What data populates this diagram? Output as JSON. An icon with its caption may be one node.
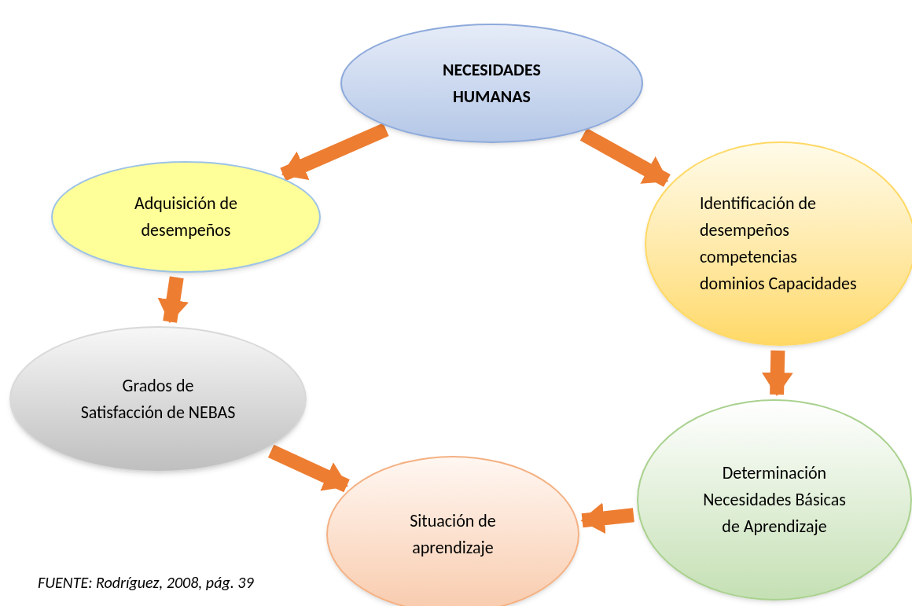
{
  "diagram": {
    "caption": "FUENTE: Rodríguez, 2008, pág. 39",
    "nodes": [
      {
        "text": [
          "NECESIDADES HUMANAS"
        ]
      },
      {
        "text": [
          "Identificación de desempeños competencias dominios Capacidades"
        ]
      },
      {
        "text": [
          "Determinación Necesidades Básicas de Aprendizaje"
        ]
      },
      {
        "text": [
          "Situación de aprendizaje"
        ]
      },
      {
        "text": [
          "Grados de Satisfacción de NEBAS"
        ]
      },
      {
        "text": [
          "Adquisición de desempeños"
        ]
      }
    ],
    "edges": [
      {
        "from": 0,
        "to": 1,
        "arrow": "to"
      },
      {
        "from": 1,
        "to": 2,
        "arrow": "to"
      },
      {
        "from": 2,
        "to": 3,
        "arrow": "to"
      },
      {
        "from": 4,
        "to": 3,
        "arrow": "to"
      },
      {
        "from": 5,
        "to": 4,
        "arrow": "to"
      },
      {
        "from": 0,
        "to": 5,
        "arrow": "to"
      }
    ]
  }
}
